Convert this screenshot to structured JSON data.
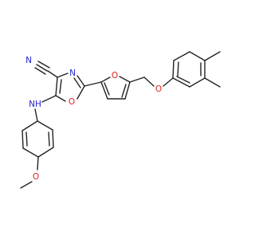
{
  "molecule": {
    "labels": {
      "nitrile_n": "N",
      "oxazole_n": "N",
      "oxazole_o": "O",
      "furan_o": "O",
      "ether_o": "O",
      "nh": "NH",
      "methoxy_o": "O"
    },
    "colors": {
      "bond": "#222222",
      "nitrogen": "#2222cc",
      "oxygen": "#dd2222"
    }
  }
}
